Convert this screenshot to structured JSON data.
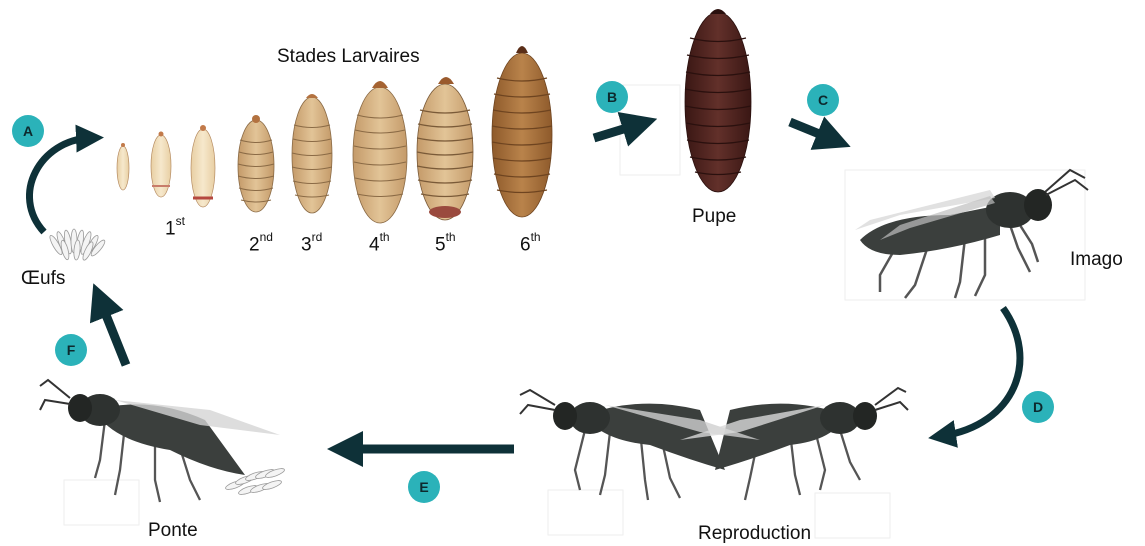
{
  "title": "Stades Larvaires",
  "stages": {
    "eggs": "Œufs",
    "pupa": "Pupe",
    "adult": "Imago",
    "reproduction": "Reproduction",
    "laying": "Ponte"
  },
  "instars": [
    {
      "num": "1",
      "suffix": "st"
    },
    {
      "num": "2",
      "suffix": "nd"
    },
    {
      "num": "3",
      "suffix": "rd"
    },
    {
      "num": "4",
      "suffix": "th"
    },
    {
      "num": "5",
      "suffix": "th"
    },
    {
      "num": "6",
      "suffix": "th"
    }
  ],
  "steps": [
    "A",
    "B",
    "C",
    "D",
    "E",
    "F"
  ],
  "colors": {
    "badge": "#2bb2b9",
    "arrow": "#0e3138",
    "pupa": "#4a1f1c",
    "larva_late": "#a8703a",
    "larva_early": "#d9b98c",
    "fly_body": "#3b3f3d"
  }
}
